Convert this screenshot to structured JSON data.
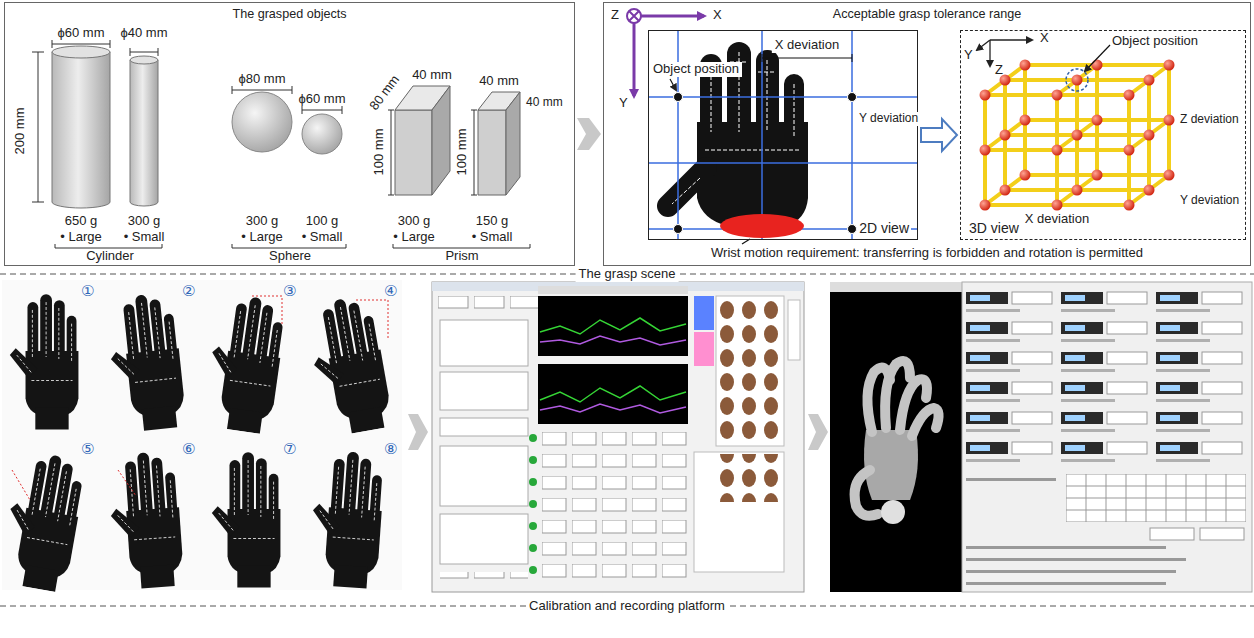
{
  "diagram": {
    "nodes": [
      {
        "text": [
          "The grasped objects"
        ]
      },
      {
        "text": [
          "Acceptable grasp tolerance range"
        ]
      },
      {
        "text": [
          "2D view"
        ],
        "in": 1
      },
      {
        "text": [
          "3D view"
        ],
        "in": 1
      }
    ],
    "edges": [
      {
        "from": 0,
        "to": 1,
        "arrow": "to"
      },
      {
        "from": 2,
        "to": 3,
        "arrow": "to"
      }
    ],
    "labels": [
      "ϕ60 mm",
      "ϕ40 mm",
      "200 mm",
      "650 g",
      "300 g",
      "• Large",
      "• Small",
      "Cylinder",
      "ϕ80 mm",
      "ϕ60 mm",
      "300 g",
      "100 g",
      "• Large",
      "• Small",
      "Sphere",
      "80 mm",
      "40 mm",
      "100 mm",
      "40 mm",
      "100 mm",
      "40 mm",
      "300 g",
      "150 g",
      "• Large",
      "• Small",
      "Prism",
      "Z",
      "X",
      "Y",
      "X deviation",
      "Object position",
      "Y deviation",
      "Wrist motion requirement: transferring is forbidden and rotation is permitted",
      "Y",
      "X",
      "Z",
      "Object position",
      "Z deviation",
      "X deviation",
      "Y deviation",
      "The grasp scene",
      "①",
      "②",
      "③",
      "④",
      "⑤",
      "⑥",
      "⑦",
      "⑧",
      "Calibration and recording platform"
    ]
  }
}
